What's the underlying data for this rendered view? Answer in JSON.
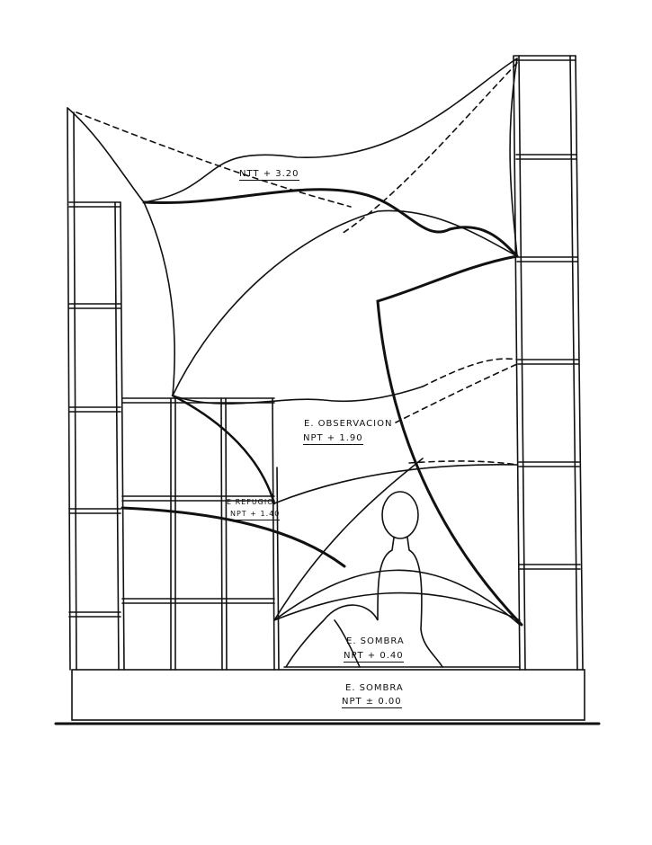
{
  "labels": {
    "roof": "NTT + 3.20",
    "observation_title": "E. OBSERVACION",
    "observation_level": "NPT + 1.90",
    "refuge_title": "E REFUGIO",
    "refuge_level": "NPT + 1.40",
    "shade_upper_title": "E. SOMBRA",
    "shade_upper_level": "NPT + 0.40",
    "shade_ground_title": "E. SOMBRA",
    "shade_ground_level": "NPT ± 0.00"
  }
}
